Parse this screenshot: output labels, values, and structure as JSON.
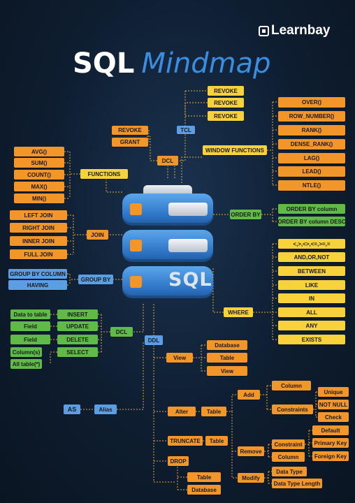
{
  "brand": {
    "name": "Learnbay"
  },
  "title": {
    "part1": "SQL",
    "part2": "Mindmap"
  },
  "center_label": "SQL",
  "colors": {
    "primary": "#f3962a",
    "secondary": "#f7d23a",
    "green": "#5fba47",
    "blue": "#5b9ee3",
    "background": "#0e1d30",
    "title_accent": "#3b8de0"
  },
  "nodes": {
    "tcl": "TCL",
    "revoke_a": "REVOKE",
    "revoke_b": "REVOKE",
    "revoke_c": "REVOKE",
    "dcl_top": "DCL",
    "revoke_dcl": "REVOKE",
    "grant": "GRANT",
    "window_functions": "WINDOW FUNCTIONS",
    "over": "OVER()",
    "row_number": "ROW_NUMBER()",
    "rank": "RANK()",
    "dense_rank": "DENSE_RANK()",
    "lag": "LAG()",
    "lead": "LEAD()",
    "ntle": "NTLE()",
    "functions": "FUNCTIONS",
    "avg": "AVG()",
    "sum": "SUM()",
    "count": "COUNT()",
    "max": "MAX()",
    "min": "MIN()",
    "join": "JOIN",
    "left_join": "LEFT JOIN",
    "right_join": "RIGHT JOIN",
    "inner_join": "INNER JOIN",
    "full_join": "FULL JOIN",
    "order_by": "ORDER BY",
    "order_by_column": "ORDER BY column",
    "order_by_column_desc": "ORDER BY column DESC",
    "group_by": "GROUP BY",
    "group_by_column": "GROUP BY COLUMN",
    "having": "HAVING",
    "where": "WHERE",
    "ops_compare": "<,>,<>,<=,>=,=",
    "and_or_not": "AND,OR,NOT",
    "between": "BETWEEN",
    "like": "LIKE",
    "in": "IN",
    "all": "ALL",
    "any": "ANY",
    "exists": "EXISTS",
    "dcl_bottom": "DCL",
    "insert": "INSERT",
    "update": "UPDATE",
    "delete": "DELETE",
    "select": "SELECT",
    "data_to_table": "Data to table",
    "field_update": "Field",
    "field_delete": "Field",
    "columns": "Column(s)",
    "all_table": "All table(*)",
    "ddl": "DDL",
    "view": "View",
    "view_database": "Database",
    "view_table": "Table",
    "view_view": "View",
    "as": "AS",
    "alias": "Alias",
    "alter": "Alter",
    "alter_table": "Table",
    "add": "Add",
    "add_column": "Column",
    "constraints": "Constraints",
    "unique": "Unique",
    "not_null": "NOT NULL",
    "check": "Check",
    "default": "Default",
    "primary_key": "Primary Key",
    "foreign_key": "Foreign Key",
    "remove": "Remove",
    "remove_constraint": "Constraint",
    "remove_column": "Column",
    "modify": "Modify",
    "data_type": "Data Type",
    "data_type_length": "Data Type Length",
    "truncate": "TRUNCATE",
    "truncate_table": "Table",
    "drop": "DROP",
    "drop_table": "Table",
    "drop_database": "Database"
  }
}
